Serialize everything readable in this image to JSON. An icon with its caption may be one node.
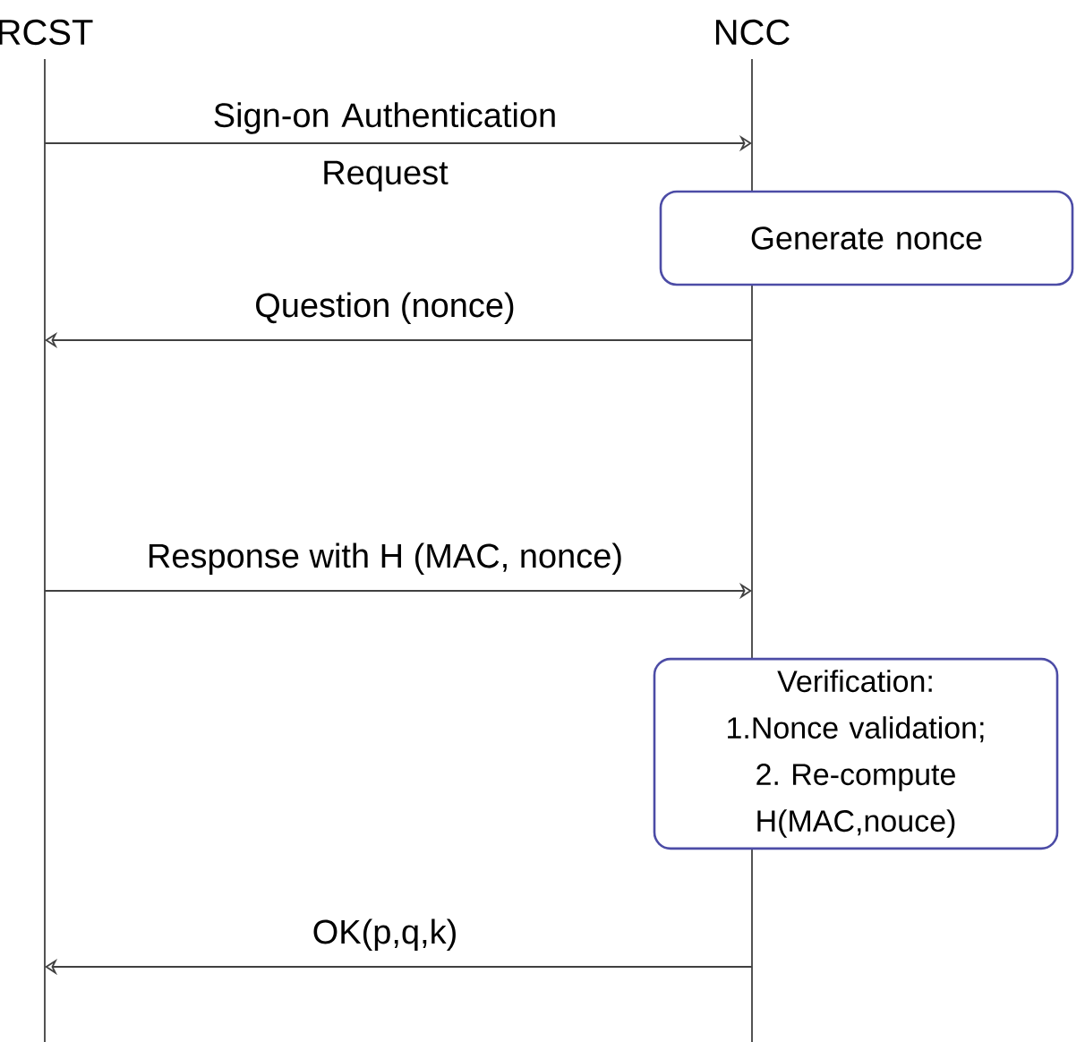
{
  "diagram": {
    "nodes": [
      {
        "text": [
          "RCST"
        ]
      },
      {
        "text": [
          "NCC"
        ]
      },
      {
        "text": [
          "Generate nonce"
        ]
      },
      {
        "text": [
          "Verification:",
          "1.Nonce validation;",
          "2. Re-compute H(MAC,nouce)"
        ]
      }
    ],
    "edges": [
      {
        "from": 0,
        "to": 1,
        "arrow": "to",
        "label": "Sign-on Authentication Request"
      },
      {
        "from": 1,
        "to": 0,
        "arrow": "to",
        "label": "Question (nonce)"
      },
      {
        "from": 0,
        "to": 1,
        "arrow": "to",
        "label": "Response with H (MAC, nonce)"
      },
      {
        "from": 1,
        "to": 0,
        "arrow": "to",
        "label": "OK(p,q,k)"
      }
    ]
  }
}
